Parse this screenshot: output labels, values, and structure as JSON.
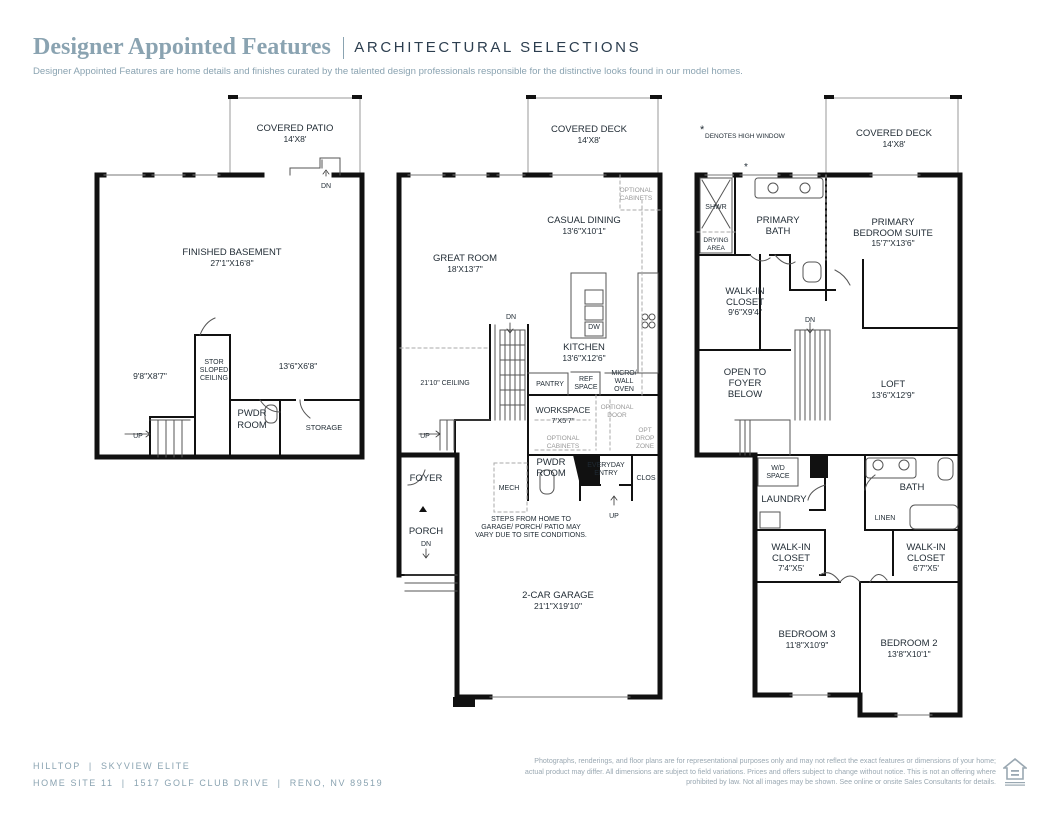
{
  "header": {
    "title": "Designer Appointed Features",
    "subtitle_caps": "ARCHITECTURAL SELECTIONS",
    "description": "Designer Appointed Features are home details and finishes curated by the talented design professionals responsible for the distinctive looks found in our model homes."
  },
  "basement": {
    "covered_patio": "COVERED PATIO",
    "covered_patio_dim": "14'X8'",
    "dn": "DN",
    "finished_basement": "FINISHED BASEMENT",
    "finished_basement_dim": "27'1\"X16'8\"",
    "left_room_dim": "9'8\"X8'7\"",
    "stor_1": "STOR",
    "stor_2": "SLOPED",
    "stor_3": "CEILING",
    "right_room_dim": "13'6\"X6'8\"",
    "pwdr_1": "PWDR",
    "pwdr_2": "ROOM",
    "storage": "STORAGE",
    "up": "UP"
  },
  "main": {
    "covered_deck": "COVERED DECK",
    "covered_deck_dim": "14'X8'",
    "optional_cabinets_1": "OPTIONAL",
    "optional_cabinets_2": "CABINETS",
    "casual_dining": "CASUAL DINING",
    "casual_dining_dim": "13'6\"X10'1\"",
    "great_room": "GREAT ROOM",
    "great_room_dim": "18'X13'7\"",
    "dn": "DN",
    "dw": "DW",
    "kitchen": "KITCHEN",
    "kitchen_dim": "13'6\"X12'6\"",
    "ceiling": "21'10\" CEILING",
    "pantry": "PANTRY",
    "ref_1": "REF",
    "ref_2": "SPACE",
    "micro_1": "MICRO/",
    "micro_2": "WALL",
    "micro_3": "OVEN",
    "workspace": "WORKSPACE",
    "workspace_dim": "7'X5'7\"",
    "optional_door_1": "OPTIONAL",
    "optional_door_2": "DOOR",
    "optional_cab2_1": "OPTIONAL",
    "optional_cab2_2": "CABINETS",
    "opt_drop_1": "OPT",
    "opt_drop_2": "DROP",
    "opt_drop_3": "ZONE",
    "up": "UP",
    "foyer": "FOYER",
    "pwdr_1": "PWDR",
    "pwdr_2": "ROOM",
    "mech": "MECH",
    "everyday_1": "EVERYDAY",
    "everyday_2": "ENTRY",
    "clos": "CLOS",
    "up2": "UP",
    "porch": "PORCH",
    "dn2": "DN",
    "steps_1": "STEPS FROM HOME TO",
    "steps_2": "GARAGE/ PORCH/ PATIO MAY",
    "steps_3": "VARY DUE TO SITE CONDITIONS.",
    "garage": "2-CAR GARAGE",
    "garage_dim": "21'1\"X19'10\""
  },
  "upper": {
    "high_window_note": "DENOTES HIGH WINDOW",
    "asterisk": "*",
    "covered_deck": "COVERED DECK",
    "covered_deck_dim": "14'X8'",
    "shwr": "SHWR",
    "drying_1": "DRYING",
    "drying_2": "AREA",
    "primary_bath_1": "PRIMARY",
    "primary_bath_2": "BATH",
    "primary_suite_1": "PRIMARY",
    "primary_suite_2": "BEDROOM SUITE",
    "primary_suite_dim": "15'7\"X13'6\"",
    "wic_1": "WALK-IN",
    "wic_2": "CLOSET",
    "wic_dim": "9'6\"X9'4\"",
    "dn": "DN",
    "open_1": "OPEN TO",
    "open_2": "FOYER",
    "open_3": "BELOW",
    "loft": "LOFT",
    "loft_dim": "13'6\"X12'9\"",
    "wd_1": "W/D",
    "wd_2": "SPACE",
    "laundry": "LAUNDRY",
    "bath": "BATH",
    "linen": "LINEN",
    "wic2_1": "WALK-IN",
    "wic2_2": "CLOSET",
    "wic2_dim": "7'4\"X5'",
    "wic3_1": "WALK-IN",
    "wic3_2": "CLOSET",
    "wic3_dim": "6'7\"X5'",
    "bed3": "BEDROOM 3",
    "bed3_dim": "11'8\"X10'9\"",
    "bed2": "BEDROOM 2",
    "bed2_dim": "13'8\"X10'1\""
  },
  "footer": {
    "line1": "HILLTOP  |  SKYVIEW ELITE",
    "line2": "HOME SITE 11  |  1517 GOLF CLUB DRIVE  |  RENO, NV 89519",
    "disclaimer": "Photographs, renderings, and floor plans are for representational purposes only and may not reflect the exact features or dimensions of your home; actual product may differ. All dimensions are subject to field variations. Prices and offers subject to change without notice. This is not an offering where prohibited by law. Not all images may be shown. See online or onsite Sales Consultants for details."
  },
  "colors": {
    "accent": "#8aa3b1",
    "navy": "#2c3e4f",
    "wall": "#111111"
  }
}
